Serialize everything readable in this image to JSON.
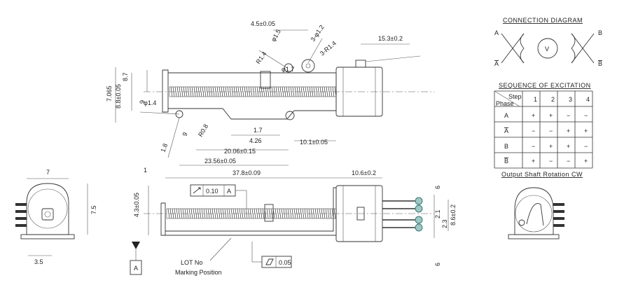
{
  "connection": {
    "title": "CONNECTION DIAGRAM",
    "label_a": "A",
    "label_a_bar": "A",
    "label_b": "B",
    "label_b_bar": "B",
    "center": "V"
  },
  "excitation": {
    "title": "SEQUENCE OF EXCITATION",
    "header_step": "Step",
    "header_phase": "Phase",
    "steps": [
      "1",
      "2",
      "3",
      "4"
    ],
    "rows": [
      {
        "phase": "A",
        "cells": [
          "+",
          "+",
          "−",
          "−"
        ]
      },
      {
        "phase": "A",
        "bar": true,
        "cells": [
          "−",
          "−",
          "+",
          "+"
        ]
      },
      {
        "phase": "B",
        "cells": [
          "−",
          "+",
          "+",
          "−"
        ]
      },
      {
        "phase": "B",
        "bar": true,
        "cells": [
          "+",
          "−",
          "−",
          "+"
        ]
      }
    ]
  },
  "rotation_note": "Output Shaft Rotation CW",
  "labels": {
    "lot_no": "LOT No",
    "marking_position": "Marking Position",
    "datum": "A"
  },
  "tolerances": {
    "runout_value": "0.10",
    "runout_datum": "A",
    "cyl_value": "0.05"
  },
  "dims": {
    "d_4_5": "4.5±0.05",
    "d_phi1_5": "φ1.5",
    "d_3phi1_2": "3-φ1.2",
    "d_3r1_4": "3-R1.4",
    "d_r1_4": "R1.4",
    "d_phi1_7": "φ1.7",
    "d_15_3": "15.3±0.2",
    "d_8_7": "8.7",
    "d_7_065": "7.065",
    "d_8_8": "8.8±0.05",
    "d_9": "9",
    "d_phi1_4": "φ1.4",
    "d_9b": "9",
    "d_r0_8": "R0.8",
    "d_1_7": "1.7",
    "d_4_26": "4.26",
    "d_10_1": "10.1±0.05",
    "d_1_8": "1.8",
    "d_20_06": "20.06±0.15",
    "d_23_56": "23.56±0.05",
    "d_7": "7",
    "d_7_5": "7.5",
    "d_3_5": "3.5",
    "d_1": "1",
    "d_37_8": "37.8±0.09",
    "d_10_6": "10.6±0.2",
    "d_4_3": "4.3±0.05",
    "d_6_top": "6",
    "d_2_1": "2.1",
    "d_2_3": "2.3",
    "d_8_6": "8.6±0.2",
    "d_6_bot": "6"
  }
}
